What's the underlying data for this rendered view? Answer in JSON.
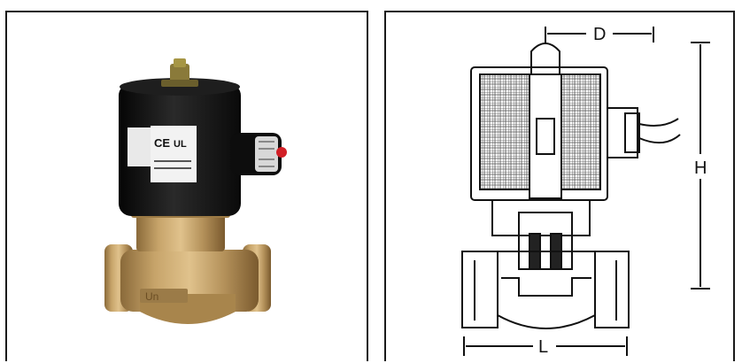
{
  "dimensions": {
    "d_label": "D",
    "h_label": "H",
    "l_label": "L"
  },
  "product_marks": {
    "ce_mark": "CE",
    "ul_mark": "UL"
  },
  "colors": {
    "coil_black": "#161616",
    "brass": "#b8945a",
    "indicator_red": "#d21f26",
    "line": "#111111"
  }
}
